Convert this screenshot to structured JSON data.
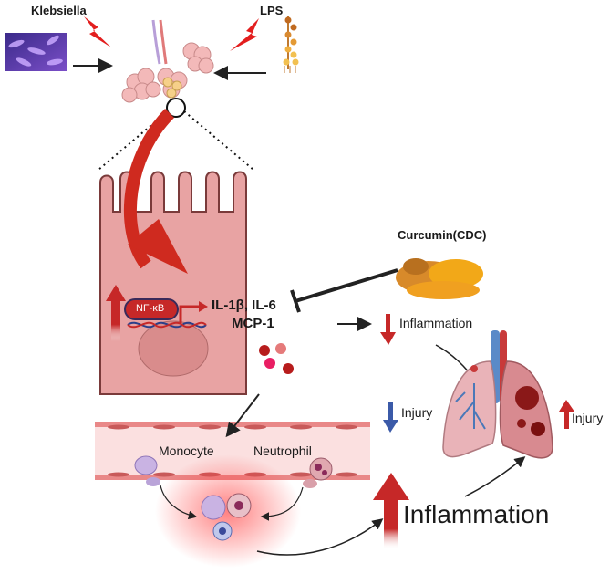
{
  "labels": {
    "klebsiella": "Klebsiella",
    "lps": "LPS",
    "curcumin": "Curcumin(CDC)",
    "nfkb": "NF-κB",
    "cytokines_line1": "IL-1β, IL-6",
    "cytokines_line2": "MCP-1",
    "inflammation_small": "Inflammation",
    "injury_left": "Injury",
    "injury_right": "Injury",
    "monocyte": "Monocyte",
    "neutrophil": "Neutrophil",
    "inflammation_big": "Inflammation"
  },
  "colors": {
    "red": "#d32f2f",
    "dark_red": "#b71c1c",
    "blue_down": "#3b5aa8",
    "cell_fill": "#e8a3a3",
    "vessel_fill": "#f7c8c8",
    "curcumin_orange": "#f0a020"
  }
}
